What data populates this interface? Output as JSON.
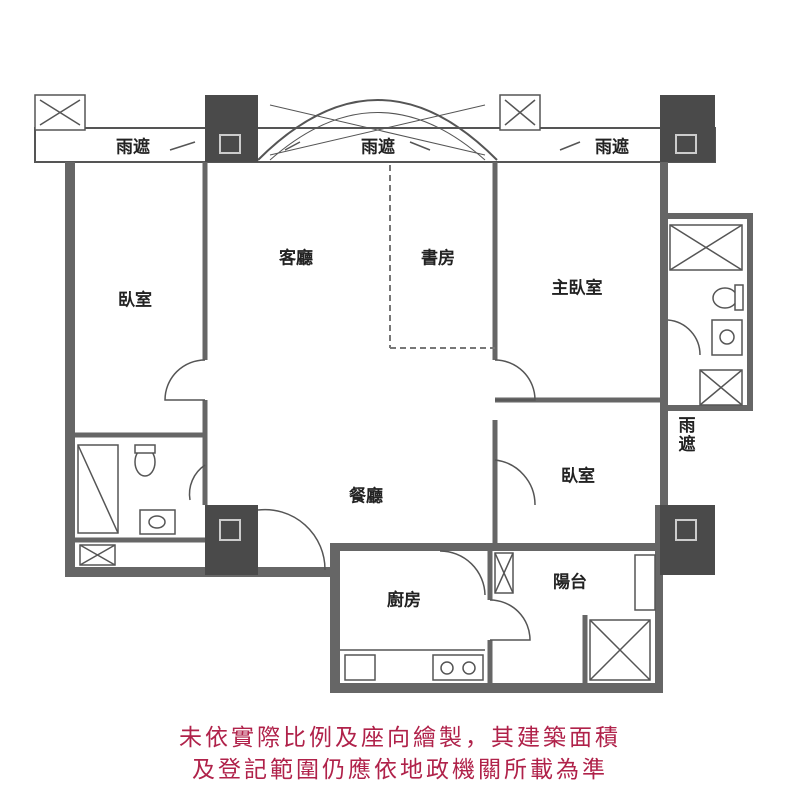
{
  "rooms": {
    "canopy_left": "雨遮",
    "canopy_middle": "雨遮",
    "canopy_right": "雨遮",
    "canopy_side": "雨遮",
    "bedroom_left": "臥室",
    "living_room": "客廳",
    "study": "書房",
    "master_bedroom": "主臥室",
    "dining_room": "餐廳",
    "bedroom_right": "臥室",
    "kitchen": "廚房",
    "balcony": "陽台"
  },
  "caption": {
    "line1": "未依實際比例及座向繪製，其建築面積",
    "line2": "及登記範圍仍應依地政機關所載為準"
  },
  "colors": {
    "wall": "#5a5a5a",
    "column": "#4a4a4a",
    "caption": "#b0224a"
  }
}
